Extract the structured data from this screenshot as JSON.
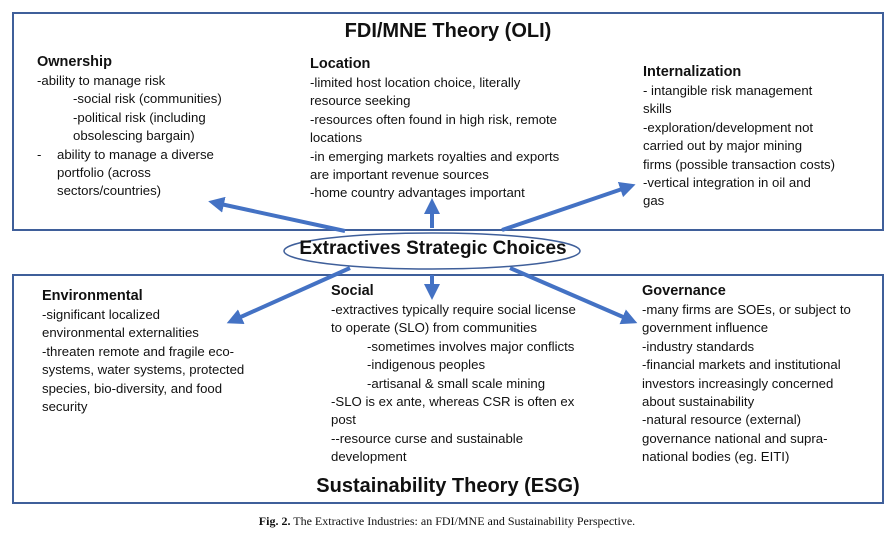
{
  "top_title": "FDI/MNE Theory (OLI)",
  "bottom_title": "Sustainability Theory (ESG)",
  "center": "Extractives Strategic Choices",
  "ownership": {
    "heading": "Ownership",
    "lines": [
      "-ability to manage risk",
      "-social risk (communities)",
      "-political risk (including",
      "obsolescing bargain)",
      "-",
      "ability to manage a diverse",
      "portfolio (across",
      "sectors/countries)"
    ]
  },
  "location": {
    "heading": "Location",
    "lines": [
      "-limited host location choice, literally",
      "resource seeking",
      "-resources often found in high risk, remote",
      "locations",
      "-in emerging markets royalties and exports",
      "are important revenue sources",
      "-home country advantages important"
    ]
  },
  "internalization": {
    "heading": "Internalization",
    "lines": [
      "- intangible risk management",
      "skills",
      "-exploration/development not",
      "carried out by major mining",
      "firms (possible transaction costs)",
      "-vertical integration in oil and",
      "gas"
    ]
  },
  "environmental": {
    "heading": "Environmental",
    "lines": [
      "-significant localized",
      "environmental externalities",
      "-threaten remote and fragile eco-",
      "systems, water systems, protected",
      "species, bio-diversity, and food",
      "security"
    ]
  },
  "social": {
    "heading": "Social",
    "lines": [
      "-extractives typically require social license",
      "to operate (SLO) from communities",
      "-sometimes involves major conflicts",
      "-indigenous peoples",
      "-artisanal & small scale mining",
      "-SLO is ex ante, whereas CSR is often ex",
      "post",
      "--resource curse and sustainable",
      "development"
    ]
  },
  "governance": {
    "heading": "Governance",
    "lines": [
      "-many firms are SOEs, or subject to",
      "government influence",
      "-industry standards",
      "-financial markets and institutional",
      "investors increasingly concerned",
      "about sustainability",
      "-natural resource (external)",
      "governance national and supra-",
      "national bodies (eg. EITI)"
    ]
  },
  "caption": {
    "label": "Fig. 2.",
    "text": " The Extractive Industries: an FDI/MNE and Sustainability Perspective."
  },
  "colors": {
    "border": "#3f5f9a",
    "arrow": "#4472c4"
  }
}
